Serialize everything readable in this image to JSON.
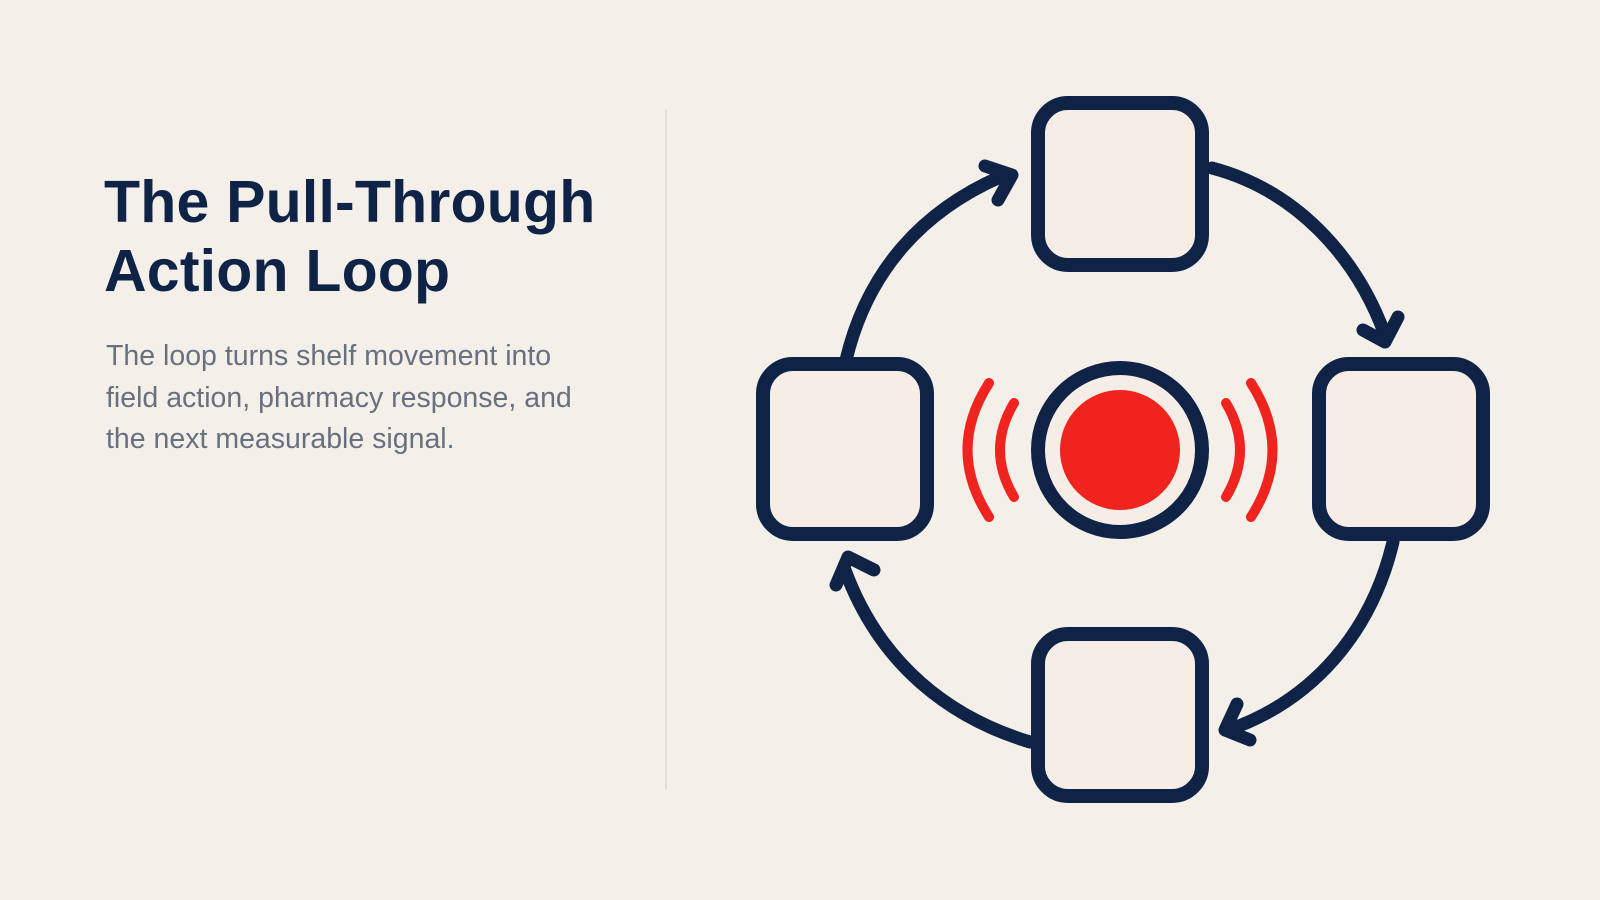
{
  "slide": {
    "title_line_1": "The Pull-Through",
    "title_line_2": "Action Loop",
    "subtitle_line_1": "The loop turns shelf movement into",
    "subtitle_line_2": "field action, pharmacy response, and",
    "subtitle_line_3": "the next measurable signal."
  },
  "diagram": {
    "nodes": [
      {
        "position": "top"
      },
      {
        "position": "right"
      },
      {
        "position": "bottom"
      },
      {
        "position": "left"
      }
    ],
    "flow": "clockwise",
    "center_icon": "signal-broadcast-icon"
  },
  "colors": {
    "background": "#f4f0e9",
    "navy": "#0f2347",
    "muted_text": "#687080",
    "accent_red": "#f0241e",
    "box_fill": "#f6ede6",
    "divider": "#e5ded1"
  }
}
